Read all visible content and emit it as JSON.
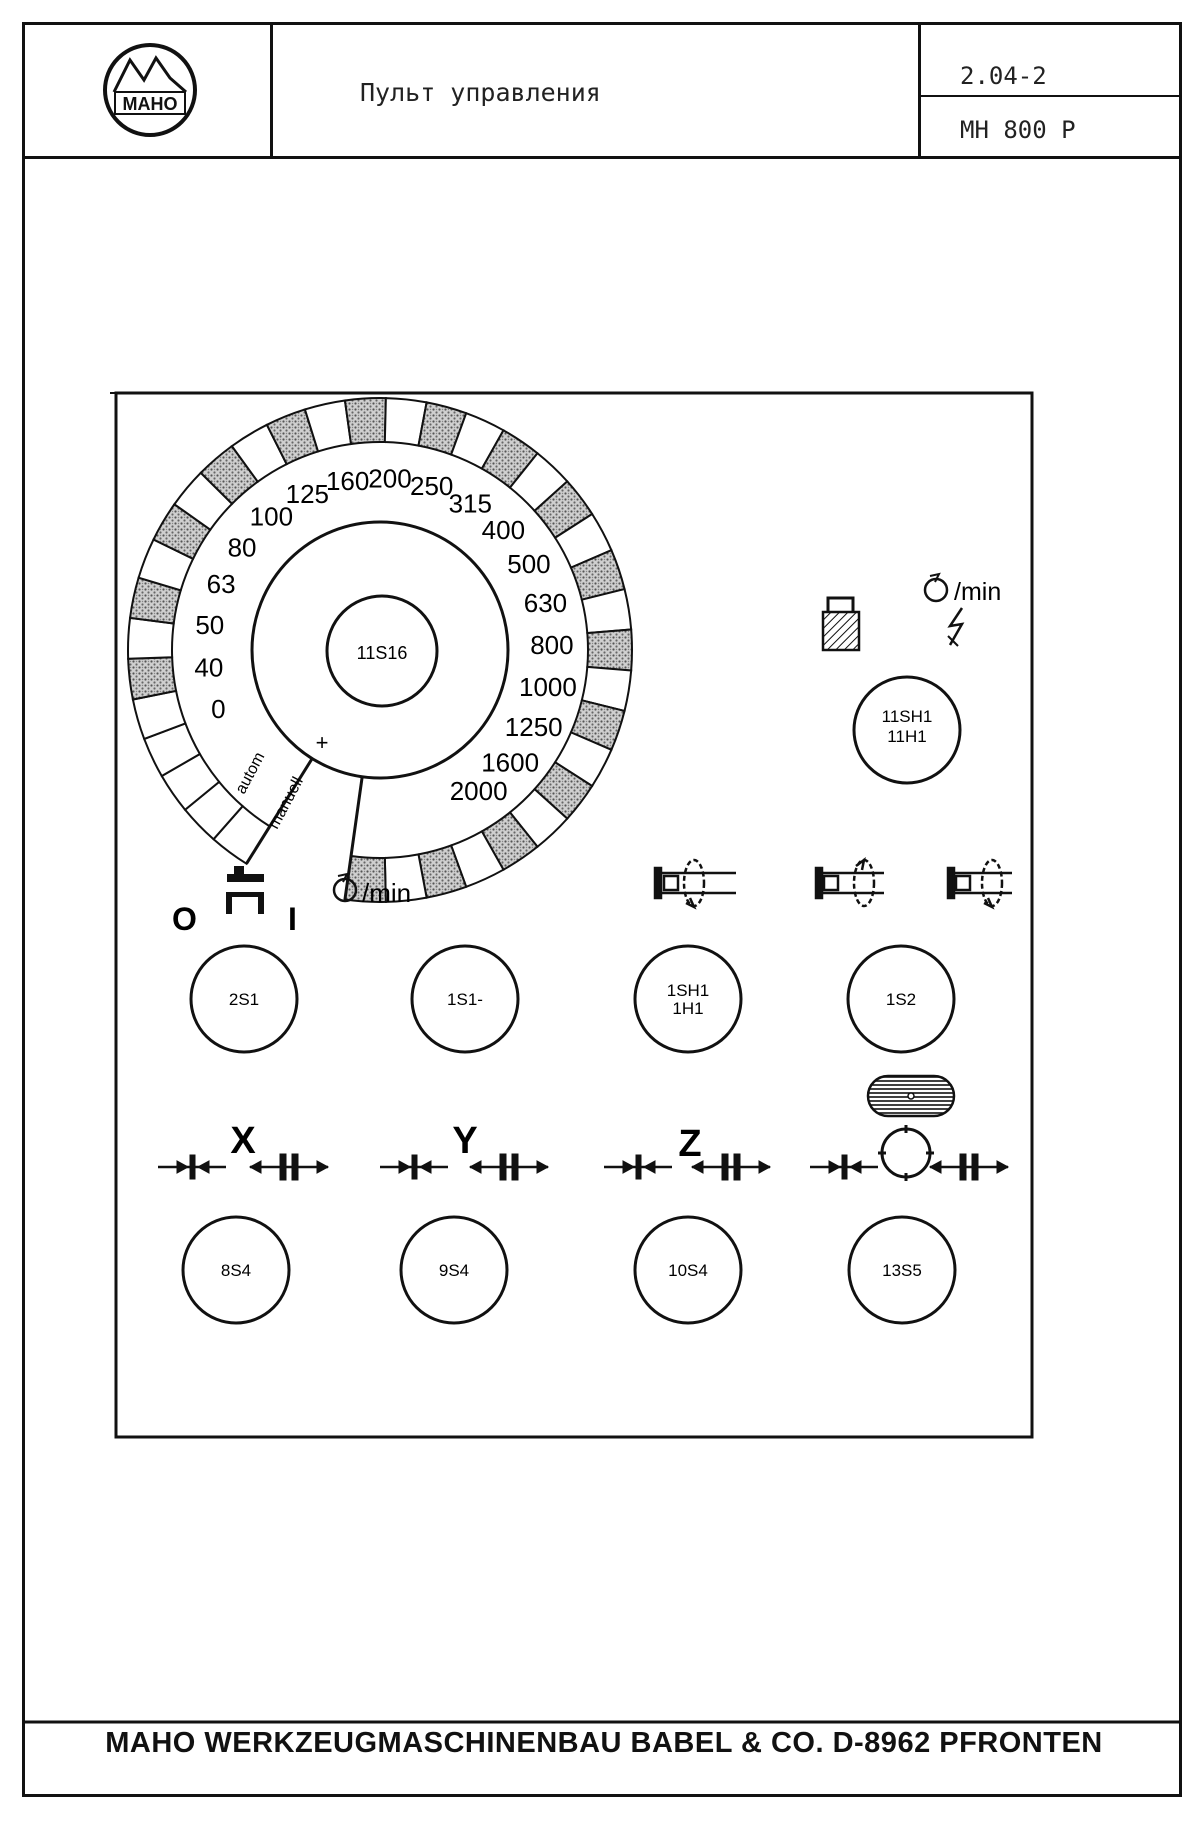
{
  "header": {
    "logo_text": "MAHO",
    "title": "Пульт управления",
    "doc_number": "2.04-2",
    "model": "MH 800 P"
  },
  "dial": {
    "scale": [
      "0",
      "40",
      "50",
      "63",
      "80",
      "100",
      "125",
      "160",
      "200",
      "250",
      "315",
      "400",
      "500",
      "630",
      "800",
      "1000",
      "1250",
      "1600",
      "2000"
    ],
    "knob_label": "11S16",
    "mode_autom": "autom",
    "mode_manuell": "manuell",
    "unit_label": "/min"
  },
  "panel": {
    "switch_off": "O",
    "switch_on": "I",
    "rpm_label": "/min",
    "buttons_row1": [
      {
        "label": "2S1"
      },
      {
        "label": "1S1-"
      },
      {
        "label": "1SH1",
        "label2": "1H1"
      },
      {
        "label": "1S2"
      }
    ],
    "indicator": {
      "label": "11SH1",
      "label2": "11H1"
    },
    "axes": [
      "X",
      "Y",
      "Z"
    ],
    "buttons_row2": [
      {
        "label": "8S4"
      },
      {
        "label": "9S4"
      },
      {
        "label": "10S4"
      },
      {
        "label": "13S5"
      }
    ]
  },
  "footer": {
    "text": "MAHO WERKZEUGMASCHINENBAU BABEL & CO. D-8962 PFRONTEN"
  },
  "icons": [
    "maho-logo-icon",
    "lock-icon",
    "rpm-icon",
    "spindle-icon",
    "clamp-icon",
    "release-icon",
    "rotary-table-icon",
    "oval-button-icon"
  ]
}
